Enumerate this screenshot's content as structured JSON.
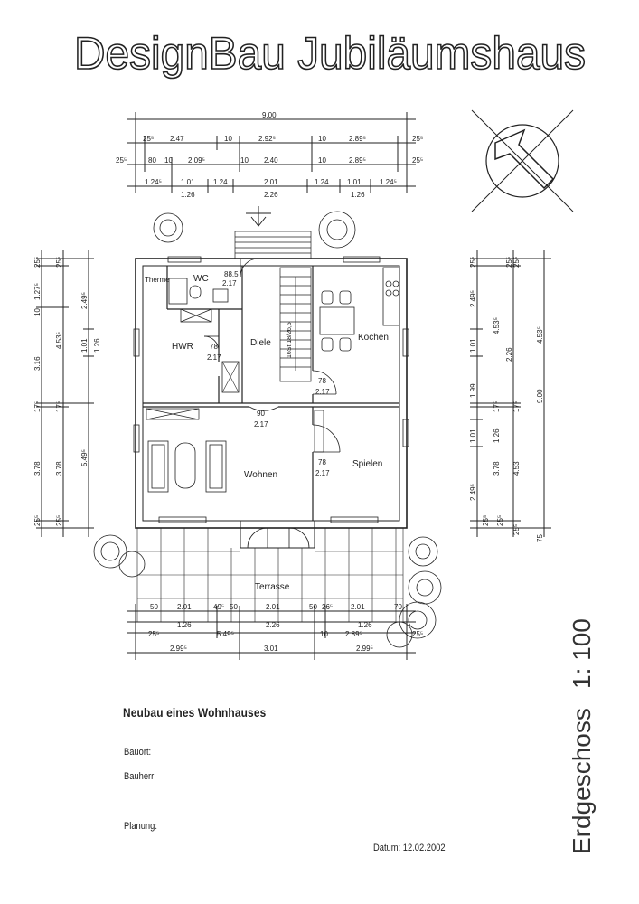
{
  "header": {
    "title": "DesignBau Jubiläumshaus"
  },
  "plan": {
    "rooms": {
      "therme": "Therme",
      "wc": "WC",
      "hwr": "HWR",
      "diele": "Diele",
      "kochen": "Kochen",
      "wohnen": "Wohnen",
      "spielen": "Spielen",
      "terrasse": "Terrasse",
      "stair_note": "16St 18/26,5"
    },
    "doors": {
      "wc": [
        "88.5",
        "2.17"
      ],
      "hwr": [
        "78",
        "2.17"
      ],
      "diele": [
        "78",
        "2.17"
      ],
      "wohnen": [
        "90",
        "2.17"
      ],
      "spielen": [
        "78",
        "2.17"
      ]
    },
    "dims_top": {
      "total": "9.00",
      "row1": [
        "25⁵",
        "2.47",
        "10",
        "2.92⁵",
        "10",
        "2.89⁵",
        "25⁵"
      ],
      "row2": [
        "25⁵",
        "80",
        "10",
        "2.09⁵",
        "10",
        "2.40",
        "10",
        "2.89⁵",
        "25⁵"
      ],
      "row3": [
        "1.24⁵",
        "1.01",
        "1.24",
        "2.01",
        "1.24",
        "1.01",
        "1.24⁵"
      ],
      "row4": [
        "1.26",
        "2.26",
        "1.26"
      ]
    },
    "dims_bottom": {
      "row1": [
        "50",
        "2.01",
        "49⁵",
        "50",
        "2.01",
        "50",
        "26⁵",
        "2.01",
        "70"
      ],
      "row2": [
        "1.26",
        "2.26",
        "1.26"
      ],
      "row3": [
        "25⁵",
        "5.49⁵",
        "10",
        "2.89⁵",
        "25⁵"
      ],
      "row4": [
        "2.99⁵",
        "3.01",
        "2.99⁵"
      ]
    },
    "dims_left": {
      "outer": [
        "25⁵",
        "1.27⁵",
        "10",
        "3.16",
        "17⁵",
        "3.78",
        "25⁵"
      ],
      "mid": [
        "25⁵",
        "4.53⁵",
        "17⁵",
        "3.78",
        "25⁵"
      ],
      "inner": [
        "2.49⁵",
        "1.01",
        "1.26",
        "5.49⁵"
      ]
    },
    "dims_right": {
      "inner": [
        "25⁵",
        "2.49⁵",
        "1.01",
        "1.99",
        "1.01",
        "2.49⁵",
        "25⁵"
      ],
      "mid": [
        "25⁵",
        "4.53⁵",
        "2.26",
        "17⁵",
        "1.26",
        "3.78",
        "25⁵"
      ],
      "outer": [
        "25⁵",
        "4.53⁵",
        "17⁵",
        "9.00",
        "4.53",
        "25⁵",
        "75"
      ]
    }
  },
  "footer": {
    "project": "Neubau eines Wohnhauses",
    "bauort": "Bauort:",
    "bauherr": "Bauherr:",
    "planung": "Planung:",
    "datum_label": "Datum:",
    "datum": "12.02.2002",
    "scale": "1: 100",
    "floor": "Erdgeschoss"
  }
}
